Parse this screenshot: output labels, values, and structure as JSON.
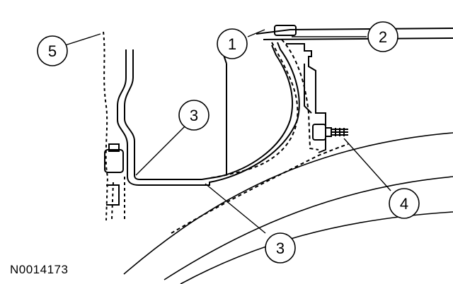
{
  "figure": {
    "id": "N0014173"
  },
  "callouts": [
    {
      "number": "1"
    },
    {
      "number": "2"
    },
    {
      "number": "3"
    },
    {
      "number": "4"
    },
    {
      "number": "5"
    },
    {
      "number": "3"
    }
  ],
  "colors": {
    "line": "#000000",
    "background": "#ffffff"
  }
}
